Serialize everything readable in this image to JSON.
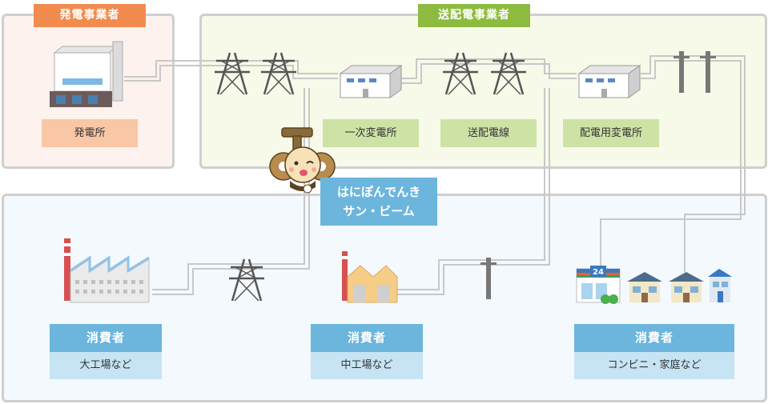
{
  "sections": {
    "generation": "発電事業者",
    "transmission_distribution": "送配電事業者"
  },
  "facilities": {
    "power_plant": "発電所",
    "primary_substation": "一次変電所",
    "transmission_line": "送配電線",
    "distribution_substation": "配電用変電所"
  },
  "mascot": {
    "line1": "はにぽんでんき",
    "line2": "サン・ビーム"
  },
  "consumers": [
    {
      "head": "消費者",
      "sub": "大工場など"
    },
    {
      "head": "消費者",
      "sub": "中工場など"
    },
    {
      "head": "消費者",
      "sub": "コンビニ・家庭など"
    }
  ],
  "store_sign": "24",
  "colors": {
    "generation_tag": "#f28b4e",
    "distribution_tag": "#8dbb3f",
    "consumer_tag": "#6cb5dd",
    "line": "#c8c8c8"
  }
}
